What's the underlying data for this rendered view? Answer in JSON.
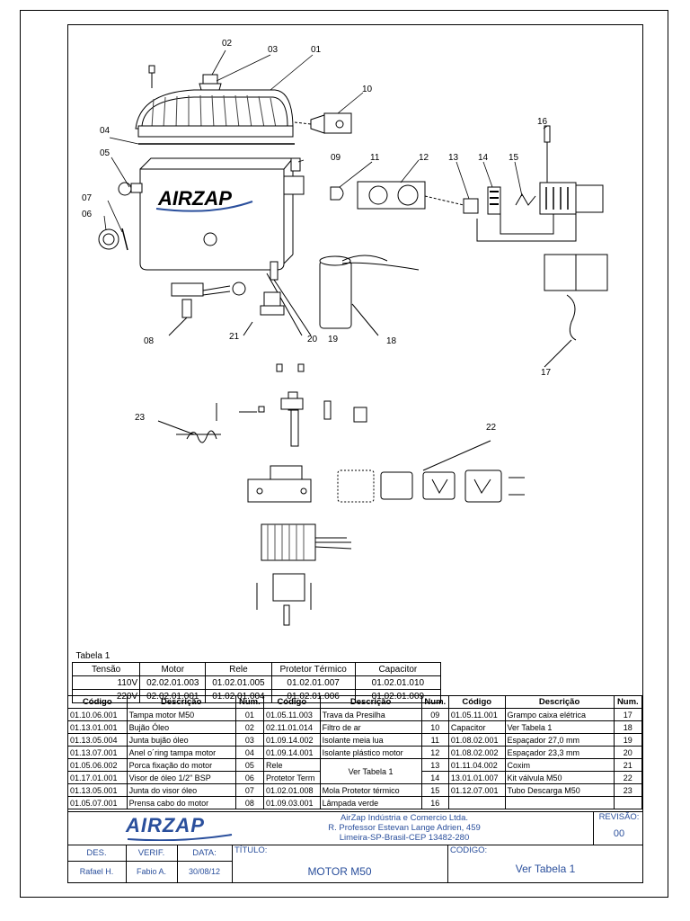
{
  "callouts": [
    "01",
    "02",
    "03",
    "04",
    "05",
    "06",
    "07",
    "08",
    "09",
    "10",
    "11",
    "12",
    "13",
    "14",
    "15",
    "16",
    "17",
    "18",
    "19",
    "20",
    "21",
    "22",
    "23"
  ],
  "logo_text": "AIRZAP",
  "tabela1": {
    "caption": "Tabela 1",
    "headers": [
      "Tensão",
      "Motor",
      "Rele",
      "Protetor Térmico",
      "Capacitor"
    ],
    "rows": [
      [
        "110V",
        "02.02.01.003",
        "01.02.01.005",
        "01.02.01.007",
        "01.02.01.010"
      ],
      [
        "220V",
        "02.02.01.001",
        "01.02.01.004",
        "01.02.01.006",
        "01.02.01.009"
      ]
    ]
  },
  "parts": {
    "headers": [
      "Código",
      "Descrição",
      "Num.",
      "Código",
      "Descrição",
      "Num.",
      "Código",
      "Descrição",
      "Num."
    ],
    "rows": [
      [
        "01.10.06.001",
        "Tampa motor M50",
        "01",
        "01.05.11.003",
        "Trava da Presilha",
        "09",
        "01.05.11.001",
        "Grampo caixa elétrica",
        "17"
      ],
      [
        "01.13.01.001",
        "Bujão Óleo",
        "02",
        "02.11.01.014",
        "Filtro de ar",
        "10",
        "Capacitor",
        "Ver Tabela 1",
        "18"
      ],
      [
        "01.13.05.004",
        "Junta bujão óleo",
        "03",
        "01.09.14.002",
        "Isolante meia lua",
        "11",
        "01.08.02.001",
        "Espaçador  27,0 mm",
        "19"
      ],
      [
        "01.13.07.001",
        "Anel o´ring tampa motor",
        "04",
        "01.09.14.001",
        "Isolante plástico motor",
        "12",
        "01.08.02.002",
        "Espaçador 23,3 mm",
        "20"
      ],
      [
        "01.05.06.002",
        "Porca fixação do motor",
        "05",
        "Rele",
        "",
        "13",
        "01.11.04.002",
        "Coxim",
        "21"
      ],
      [
        "01.17.01.001",
        "Visor de óleo 1/2\" BSP",
        "06",
        "Protetor Term",
        "",
        "14",
        "13.01.01.007",
        "Kit válvula M50",
        "22"
      ],
      [
        "01.13.05.001",
        "Junta do visor óleo",
        "07",
        "01.02.01.008",
        "Mola Protetor térmico",
        "15",
        "01.12.07.001",
        "Tubo Descarga M50",
        "23"
      ],
      [
        "01.05.07.001",
        "Prensa cabo do motor",
        "08",
        "01.09.03.001",
        "Lâmpada verde",
        "16",
        "",
        "",
        ""
      ]
    ],
    "merged_desc": "Ver Tabela 1"
  },
  "title_block": {
    "company": "AirZap Indústria e Comercio Ltda.",
    "address": "R. Professor Estevan Lange Adrien, 459",
    "city": "Limeira-SP-Brasil-CEP 13482-280",
    "revisao_label": "REVISÃO:",
    "revisao_value": "00",
    "des_label": "DES.",
    "verif_label": "VERIF.",
    "data_label": "DATA:",
    "titulo_label": "TÍTULO:",
    "codigo_label": "CODIGO:",
    "des_value": "Rafael H.",
    "verif_value": "Fabio A.",
    "data_value": "30/08/12",
    "titulo_value": "MOTOR M50",
    "codigo_value": "Ver Tabela 1"
  },
  "colors": {
    "brand_blue": "#2a4f9c",
    "ink": "#000000"
  }
}
